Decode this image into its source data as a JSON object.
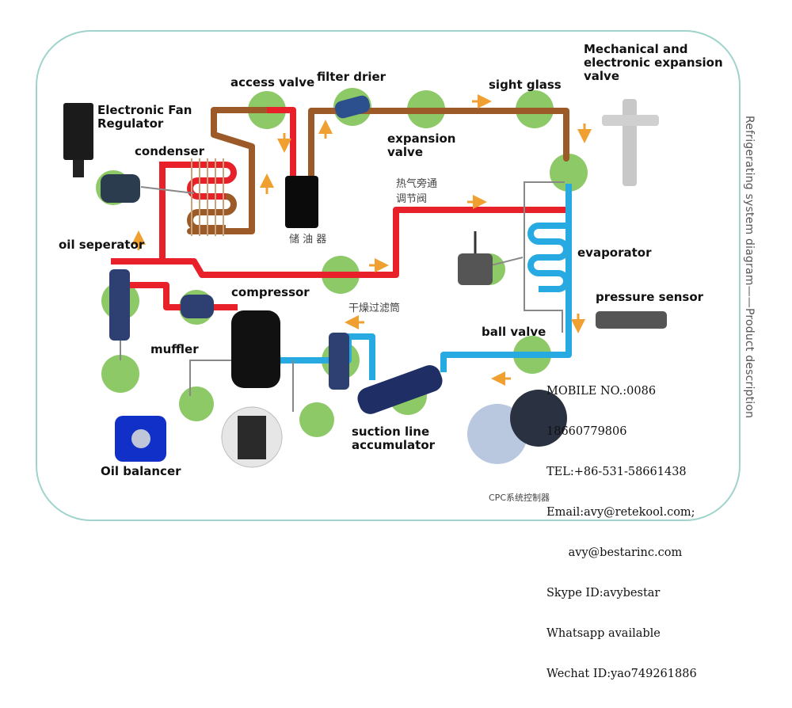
{
  "title_vertical": "Refrigerating system diagram——Product description",
  "labels": {
    "electronic_fan_regulator": [
      "Electronic Fan",
      "Regulator"
    ],
    "condenser": "condenser",
    "access_valve": "access valve",
    "filter_drier": "filter drier",
    "expansion_valve": [
      "expansion",
      "valve"
    ],
    "sight_glass": "sight glass",
    "mech_elec_expansion_valve": [
      "Mechanical and",
      "electronic expansion",
      "valve"
    ],
    "oil_seperator": "oil seperator",
    "compressor": "compressor",
    "muffler": "muffler",
    "evaporator": "evaporator",
    "pressure_sensor": "pressure sensor",
    "ball_valve": "ball valve",
    "suction_line_accumulator": [
      "suction line",
      "accumulator"
    ],
    "oil_balancer": "Oil balancer",
    "oil_reservoir_cn": "储 油 器",
    "hot_gas_bypass_cn": [
      "热气旁通",
      "调节阀"
    ],
    "drying_filter_cn": "干燥过滤筒",
    "cpc_controller_cn": "CPC系统控制器"
  },
  "contact": [
    "MOBILE NO.:0086",
    "18660779806",
    "TEL:+86-531-58661438",
    "Email:avy@retekool.com;",
    "      avy@bestarinc.com",
    "Skype ID:avybestar",
    "Whatsapp available",
    "Wechat ID:yao749261886"
  ],
  "colors": {
    "hot_line": "#e8202a",
    "liquid_line": "#9c5a28",
    "suction_line": "#27a9e1",
    "component_bg": "#8dc967",
    "flow_arrow": "#f0a030",
    "frame": "#9fd3cc"
  },
  "icons": {
    "flow_arrow": "arrow-icon",
    "component_bg": "green-circle"
  }
}
